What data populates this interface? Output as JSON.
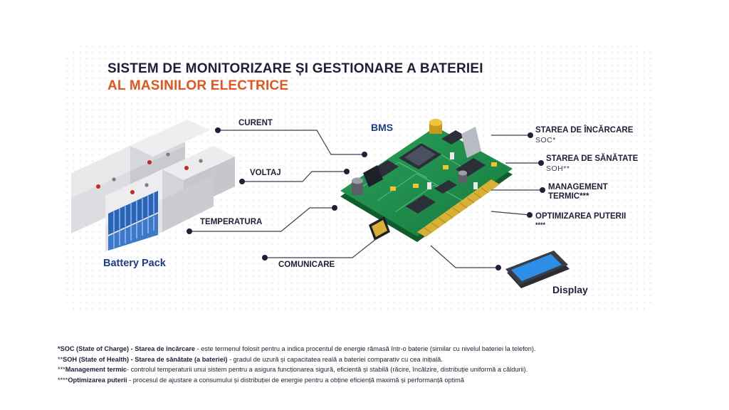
{
  "title": {
    "line1": "SISTEM DE MONITORIZARE ȘI GESTIONARE A BATERIEI",
    "line2": "AL MASINILOR ELECTRICE"
  },
  "left_labels": {
    "curent": "CURENT",
    "voltaj": "VOLTAJ",
    "temperatura": "TEMPERATURA",
    "comunicare": "COMUNICARE"
  },
  "right_labels": {
    "soc": {
      "title": "STAREA DE ÎNCĂRCARE",
      "abbr": "SOC*"
    },
    "soh": {
      "title": "STAREA DE SĂNĂTATE",
      "abbr": "SOH**"
    },
    "thermal": {
      "line1": "MANAGEMENT",
      "line2": "TERMIC***"
    },
    "power": {
      "line1": "OPTIMIZAREA PUTERII",
      "line2": "****"
    }
  },
  "bms_label": "BMS",
  "battery_pack_label": "Battery Pack",
  "display_label": "Display",
  "colors": {
    "navy": "#1c2137",
    "orange": "#e2551d",
    "blue": "#1f3c8a",
    "pcb_green": "#1f8a4c"
  },
  "footnotes": [
    {
      "prefix": "*",
      "term": "SOC (State of Charge) - Starea de încărcare",
      "text": " - este termenul folosit pentru a indica procentul de energie rămasă într-o baterie (similar cu nivelul bateriei la telefon)."
    },
    {
      "prefix": "**",
      "term": "SOH (State of Health) - Starea de sănătate (a bateriei)",
      "text": " - gradul de uzură și capacitatea reală a bateriei comparativ cu cea inițială."
    },
    {
      "prefix": "***",
      "term": "Management termic",
      "text": "-  controlul temperaturii unui sistem pentru a asigura funcționarea sigură, eficientă și stabilă (răcire, încălzire, distribuție uniformă a căldurii)."
    },
    {
      "prefix": "****",
      "term": "Optimizarea puterii",
      "text": " - procesul de ajustare a consumului și distribuției de energie pentru a obține eficiență maximă și performanță optimă"
    }
  ]
}
